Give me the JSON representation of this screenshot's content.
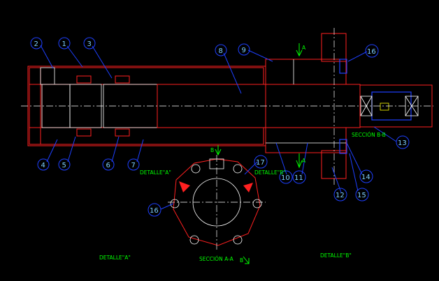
{
  "balloons": [
    {
      "id": "b2",
      "text": "2"
    },
    {
      "id": "b1",
      "text": "1"
    },
    {
      "id": "b3",
      "text": "3"
    },
    {
      "id": "b8",
      "text": "8"
    },
    {
      "id": "b9",
      "text": "9"
    },
    {
      "id": "b16a",
      "text": "16"
    },
    {
      "id": "b4",
      "text": "4"
    },
    {
      "id": "b5",
      "text": "5"
    },
    {
      "id": "b6",
      "text": "6"
    },
    {
      "id": "b7",
      "text": "7"
    },
    {
      "id": "b13",
      "text": "13"
    },
    {
      "id": "b14",
      "text": "14"
    },
    {
      "id": "b10",
      "text": "10"
    },
    {
      "id": "b11",
      "text": "11"
    },
    {
      "id": "b12",
      "text": "12"
    },
    {
      "id": "b15",
      "text": "15"
    },
    {
      "id": "b17",
      "text": "17"
    },
    {
      "id": "b16b",
      "text": "16"
    }
  ],
  "labels": {
    "detalle_a_small": "DETALLE\"A\"",
    "detalle_b_small": "DETALLE\"B\"",
    "seccion_bb": "SECCIÓN B-B",
    "seccion_aa": "SECCIÓN A-A",
    "detalle_a_large": "DETALLE\"A\"",
    "detalle_b_large": "DETALLE\"B\"",
    "cut_a_top": "A",
    "cut_a_bottom": "A",
    "cut_b": "B",
    "cut_b_bottom": "B"
  },
  "colors": {
    "background": "#000000",
    "part": "#ff2020",
    "leader": "#1e40ff",
    "label": "#00ff00",
    "balloon_text": "#7fd0ff",
    "centerline": "#ffffff",
    "accent": "#ffff00"
  }
}
